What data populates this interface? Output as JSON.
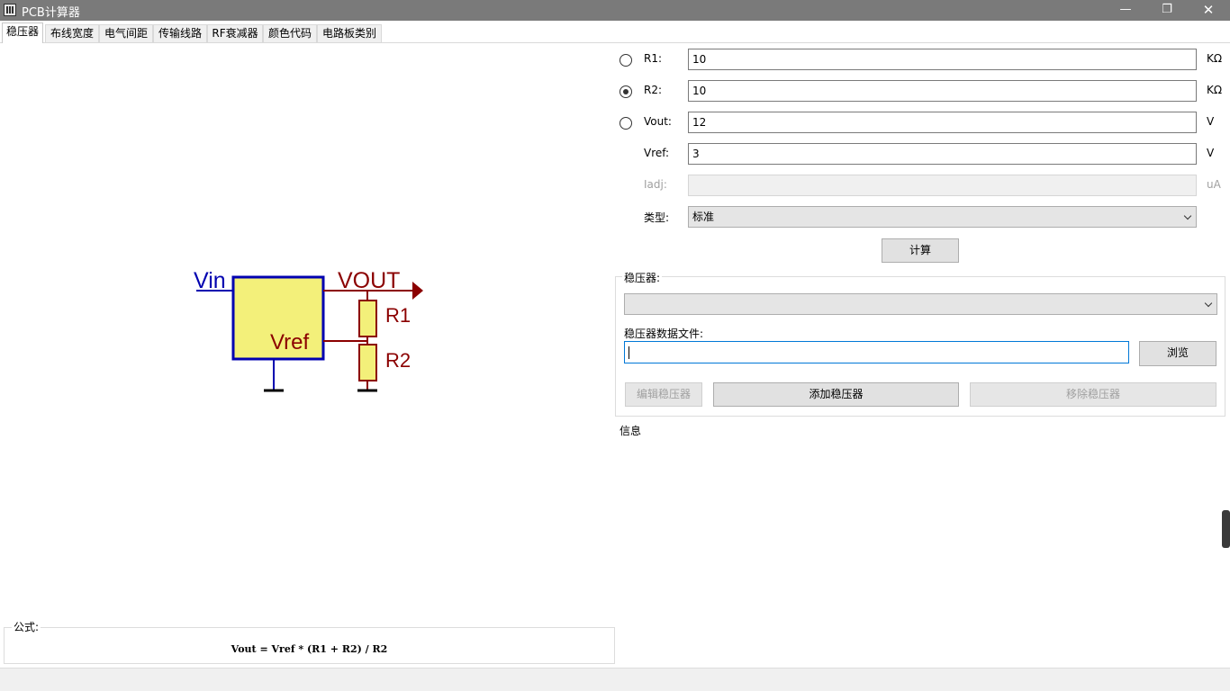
{
  "window": {
    "title": "PCB计算器"
  },
  "tabs": [
    "稳压器",
    "布线宽度",
    "电气间距",
    "传输线路",
    "RF衰减器",
    "颜色代码",
    "电路板类别"
  ],
  "schematic": {
    "vin": "Vin",
    "vout": "VOUT",
    "vref": "Vref",
    "r1": "R1",
    "r2": "R2"
  },
  "formula": {
    "legend": "公式:",
    "text": "Vout = Vref * (R1 + R2) / R2"
  },
  "fields": {
    "r1": {
      "label": "R1:",
      "value": "10",
      "unit": "KΩ",
      "selected": false
    },
    "r2": {
      "label": "R2:",
      "value": "10",
      "unit": "KΩ",
      "selected": true
    },
    "vout": {
      "label": "Vout:",
      "value": "12",
      "unit": "V",
      "selected": false
    },
    "vref": {
      "label": "Vref:",
      "value": "3",
      "unit": "V"
    },
    "iadj": {
      "label": "Iadj:",
      "value": "",
      "unit": "uA"
    },
    "type": {
      "label": "类型:",
      "value": "标准"
    }
  },
  "calculate_label": "计算",
  "regulator": {
    "legend": "稳压器:",
    "selected": "",
    "datafile_label": "稳压器数据文件:",
    "datafile_value": "",
    "browse_label": "浏览",
    "edit_label": "编辑稳压器",
    "add_label": "添加稳压器",
    "remove_label": "移除稳压器"
  },
  "info_label": "信息",
  "colors": {
    "schematic_blue": "#0000b0",
    "schematic_red": "#8b0000",
    "box_fill": "#f3f07a"
  },
  "icons": [
    "app-icon",
    "minimize-icon",
    "restore-icon",
    "close-icon",
    "chevron-down-icon"
  ]
}
